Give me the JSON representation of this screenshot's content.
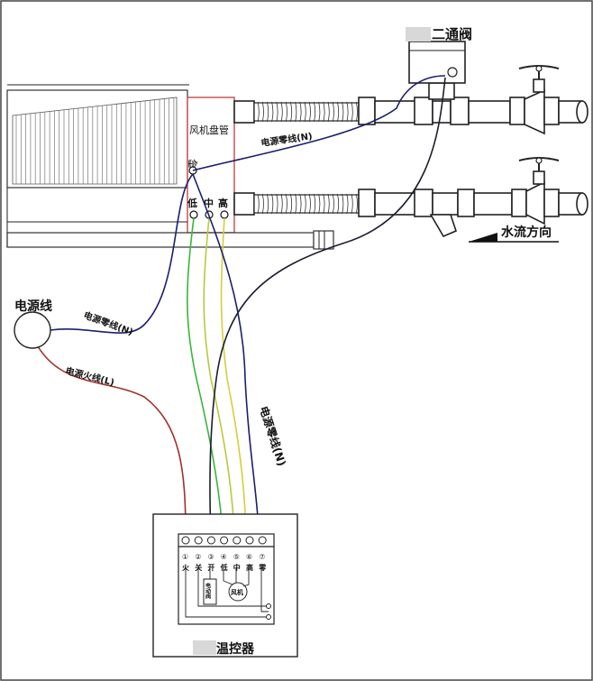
{
  "labels": {
    "valve": "二通阀",
    "fan_coil": "风机盘管",
    "neutral_top": "电源零线(N)",
    "neutral_left": "电源零线(N)",
    "live": "电源火线(L)",
    "neutral_down": "电源零线(N)",
    "power_cord": "电源线",
    "flow_dir": "水流方向",
    "zero": "零",
    "low": "低",
    "mid": "中",
    "high": "高",
    "thermostat": "温控器",
    "valve_box": "电动阀",
    "motor": "风机"
  },
  "terminals": [
    "①",
    "②",
    "③",
    "④",
    "⑤",
    "⑥",
    "⑦"
  ],
  "terminal_labels": [
    "火",
    "关",
    "开",
    "低",
    "中",
    "高",
    "零"
  ],
  "colors": {
    "wire_neutral": "#1a1f6e",
    "wire_live": "#a0302c",
    "wire_green": "#3ab53a",
    "wire_yellowgreen": "#b9c93a",
    "wire_yellow": "#d8cc3a",
    "wire_dark": "#1b1e2e"
  }
}
